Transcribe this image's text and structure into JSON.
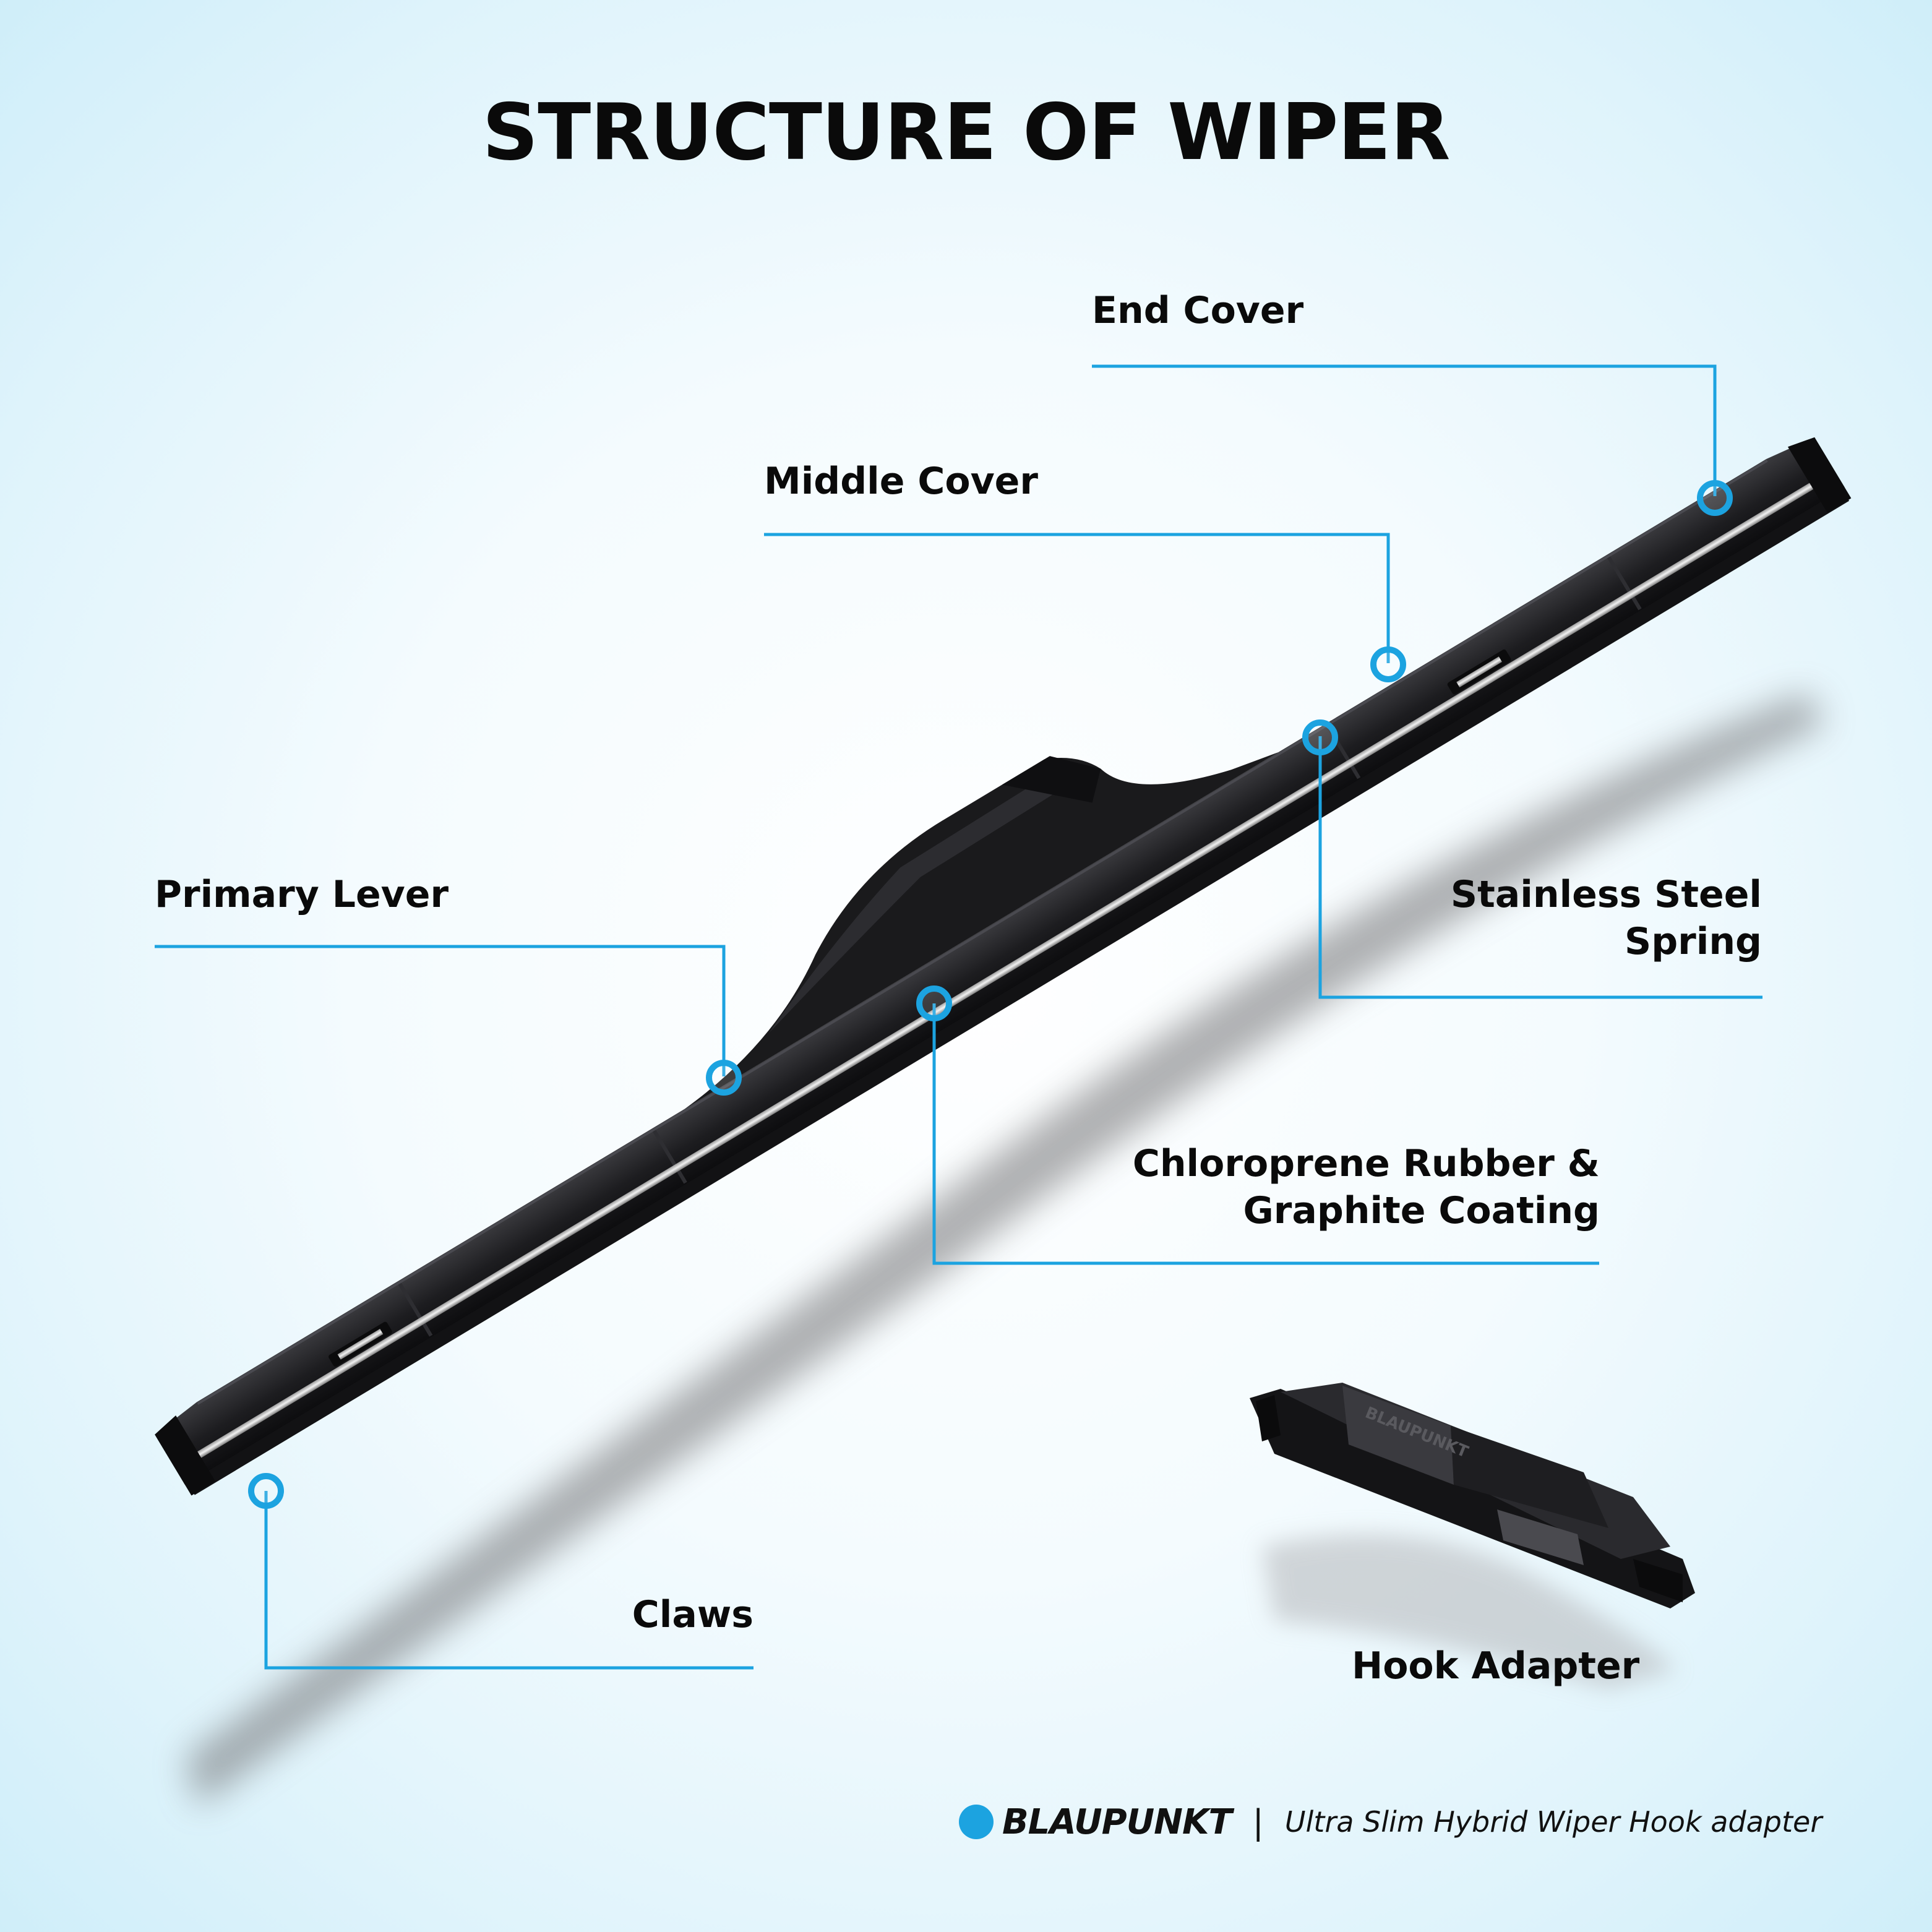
{
  "title": "STRUCTURE OF WIPER",
  "labels": {
    "end_cover": "End Cover",
    "middle_cover": "Middle Cover",
    "primary_lever": "Primary Lever",
    "spring_line1": "Stainless Steel",
    "spring_line2": "Spring",
    "rubber_line1": "Chloroprene Rubber &",
    "rubber_line2": "Graphite Coating",
    "claws": "Claws",
    "hook_adapter": "Hook Adapter"
  },
  "footer": {
    "brand": "BLAUPUNKT",
    "separator": "|",
    "product": "Ultra Slim Hybrid Wiper Hook adapter"
  },
  "adapter_logo_text": "BLAUPUNKT",
  "colors": {
    "accent": "#1ca3e0",
    "text": "#0a0a0a",
    "wiper": "#1b1b1d",
    "background": "#e4f5fc"
  }
}
